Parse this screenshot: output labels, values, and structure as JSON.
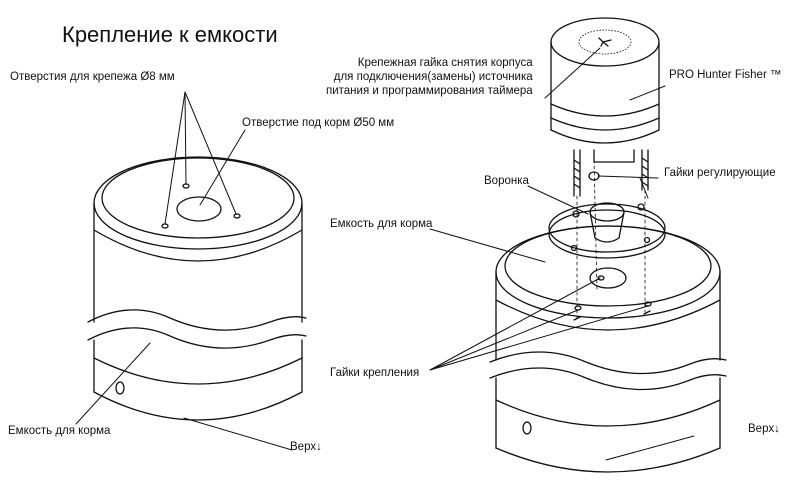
{
  "title": "Крепление к емкости",
  "labels": {
    "mount_holes": "Отверстия для крепежа",
    "mount_holes_size": "8 мм",
    "feed_hole": "Отверстие под корм",
    "feed_hole_size": "50 мм",
    "container_left": "Емкость для корма",
    "top_left": "Верх",
    "top_right": "Верх",
    "nut_note_line1": "Крепежная гайка снятия корпуса",
    "nut_note_line2": "для подключения(замены) источника",
    "nut_note_line3": "питания и программирования таймера",
    "brand": "PRO Hunter Fisher ™",
    "funnel": "Воронка",
    "adjust_nuts": "Гайки регулирующие",
    "container_right": "Емкость для корма",
    "fix_nuts": "Гайки крепления",
    "diameter_symbol": "Ø",
    "arrow_down": "↓"
  }
}
